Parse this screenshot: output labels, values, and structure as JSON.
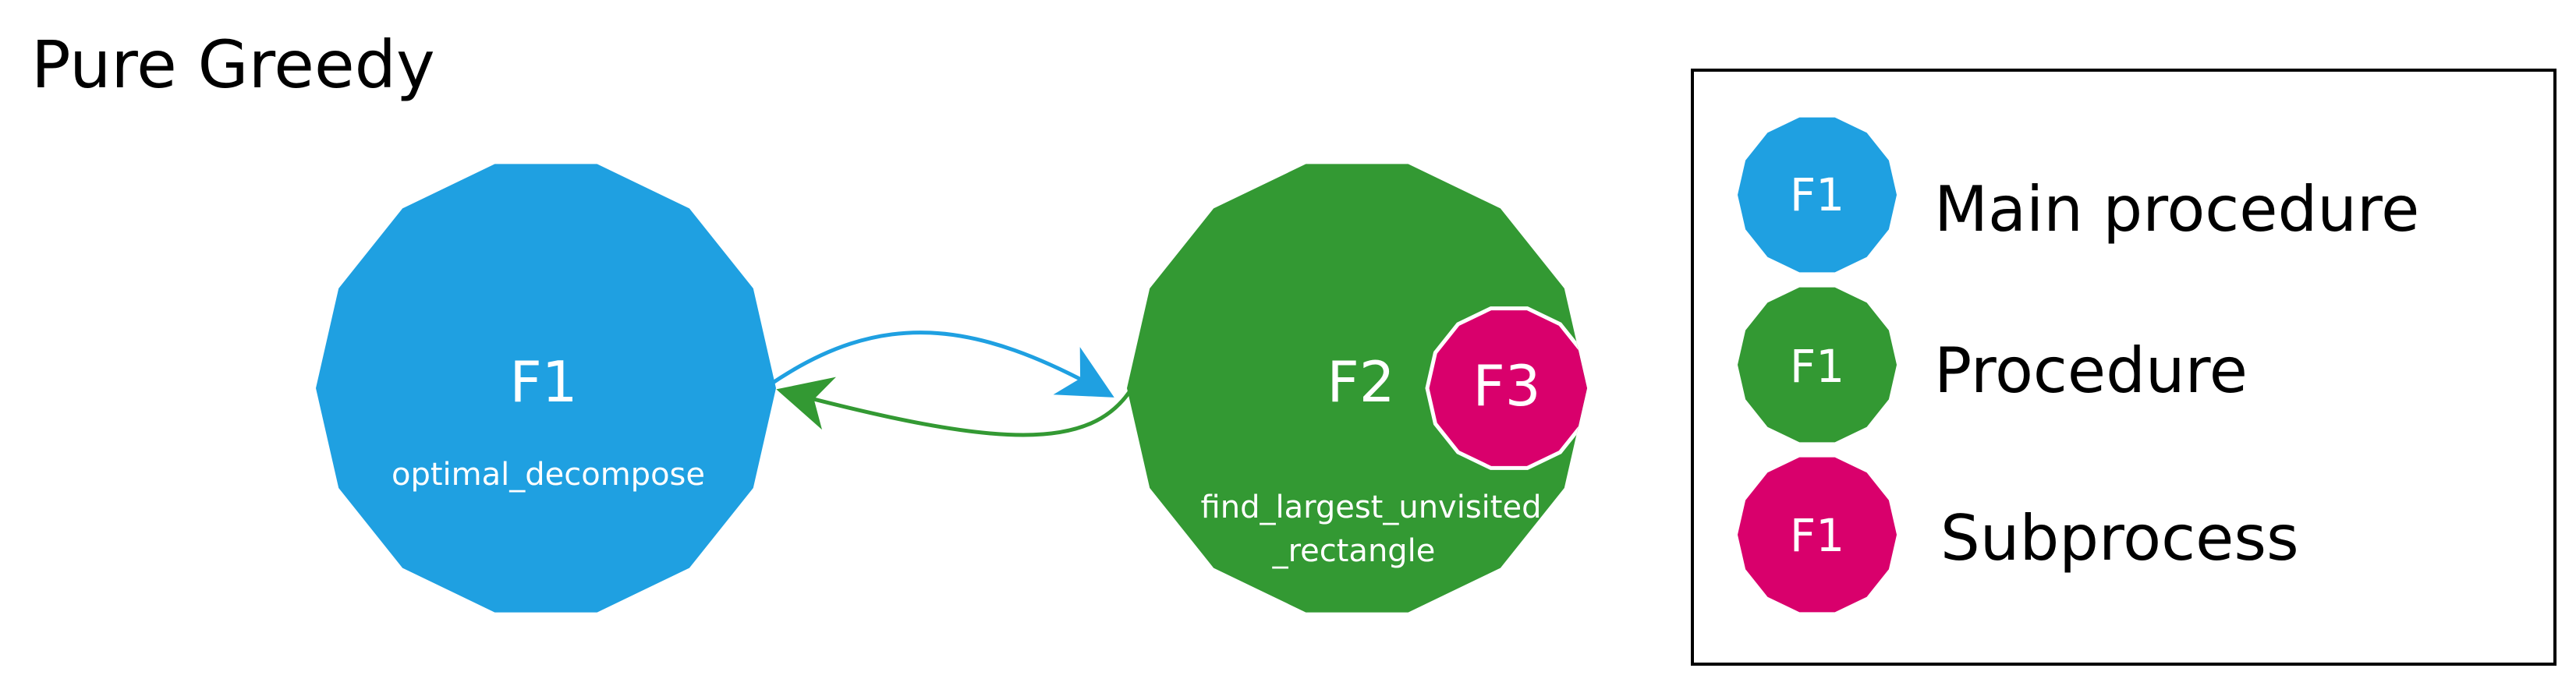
{
  "title": "Pure Greedy",
  "colors": {
    "main": "#1fa0e1",
    "procedure": "#339933",
    "subprocess": "#d9006c",
    "background": "#ffffff",
    "legend_border": "#000000"
  },
  "nodes": {
    "f1": {
      "code": "F1",
      "label": "optimal_decompose",
      "kind": "main"
    },
    "f2": {
      "code": "F2",
      "label_line1": "find_largest_unvisited",
      "label_line2": "_rectangle",
      "kind": "procedure"
    },
    "f3": {
      "code": "F3",
      "kind": "subprocess"
    }
  },
  "edges": [
    {
      "from": "F1",
      "to": "F2",
      "color": "#1fa0e1"
    },
    {
      "from": "F2",
      "to": "F1",
      "color": "#339933"
    }
  ],
  "legend": [
    {
      "code": "F1",
      "label": "Main procedure",
      "color": "#1fa0e1"
    },
    {
      "code": "F1",
      "label": "Procedure",
      "color": "#339933"
    },
    {
      "code": "F1",
      "label": "Subprocess",
      "color": "#d9006c"
    }
  ]
}
